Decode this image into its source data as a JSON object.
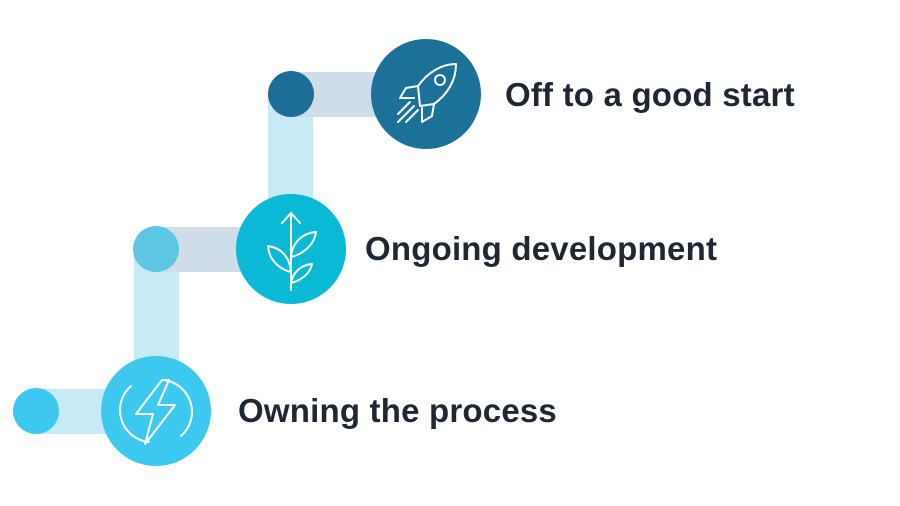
{
  "steps": [
    {
      "label": "Off to a good start",
      "icon": "rocket-icon",
      "color": "#1c7199"
    },
    {
      "label": "Ongoing development",
      "icon": "sprout-arrow-icon",
      "color": "#0ab9d5"
    },
    {
      "label": "Owning the process",
      "icon": "lightning-icon",
      "color": "#3cc8ef"
    }
  ],
  "colors": {
    "path": "#c8e9f6",
    "path_accent": "#cfdde8",
    "text": "#1f2733"
  }
}
